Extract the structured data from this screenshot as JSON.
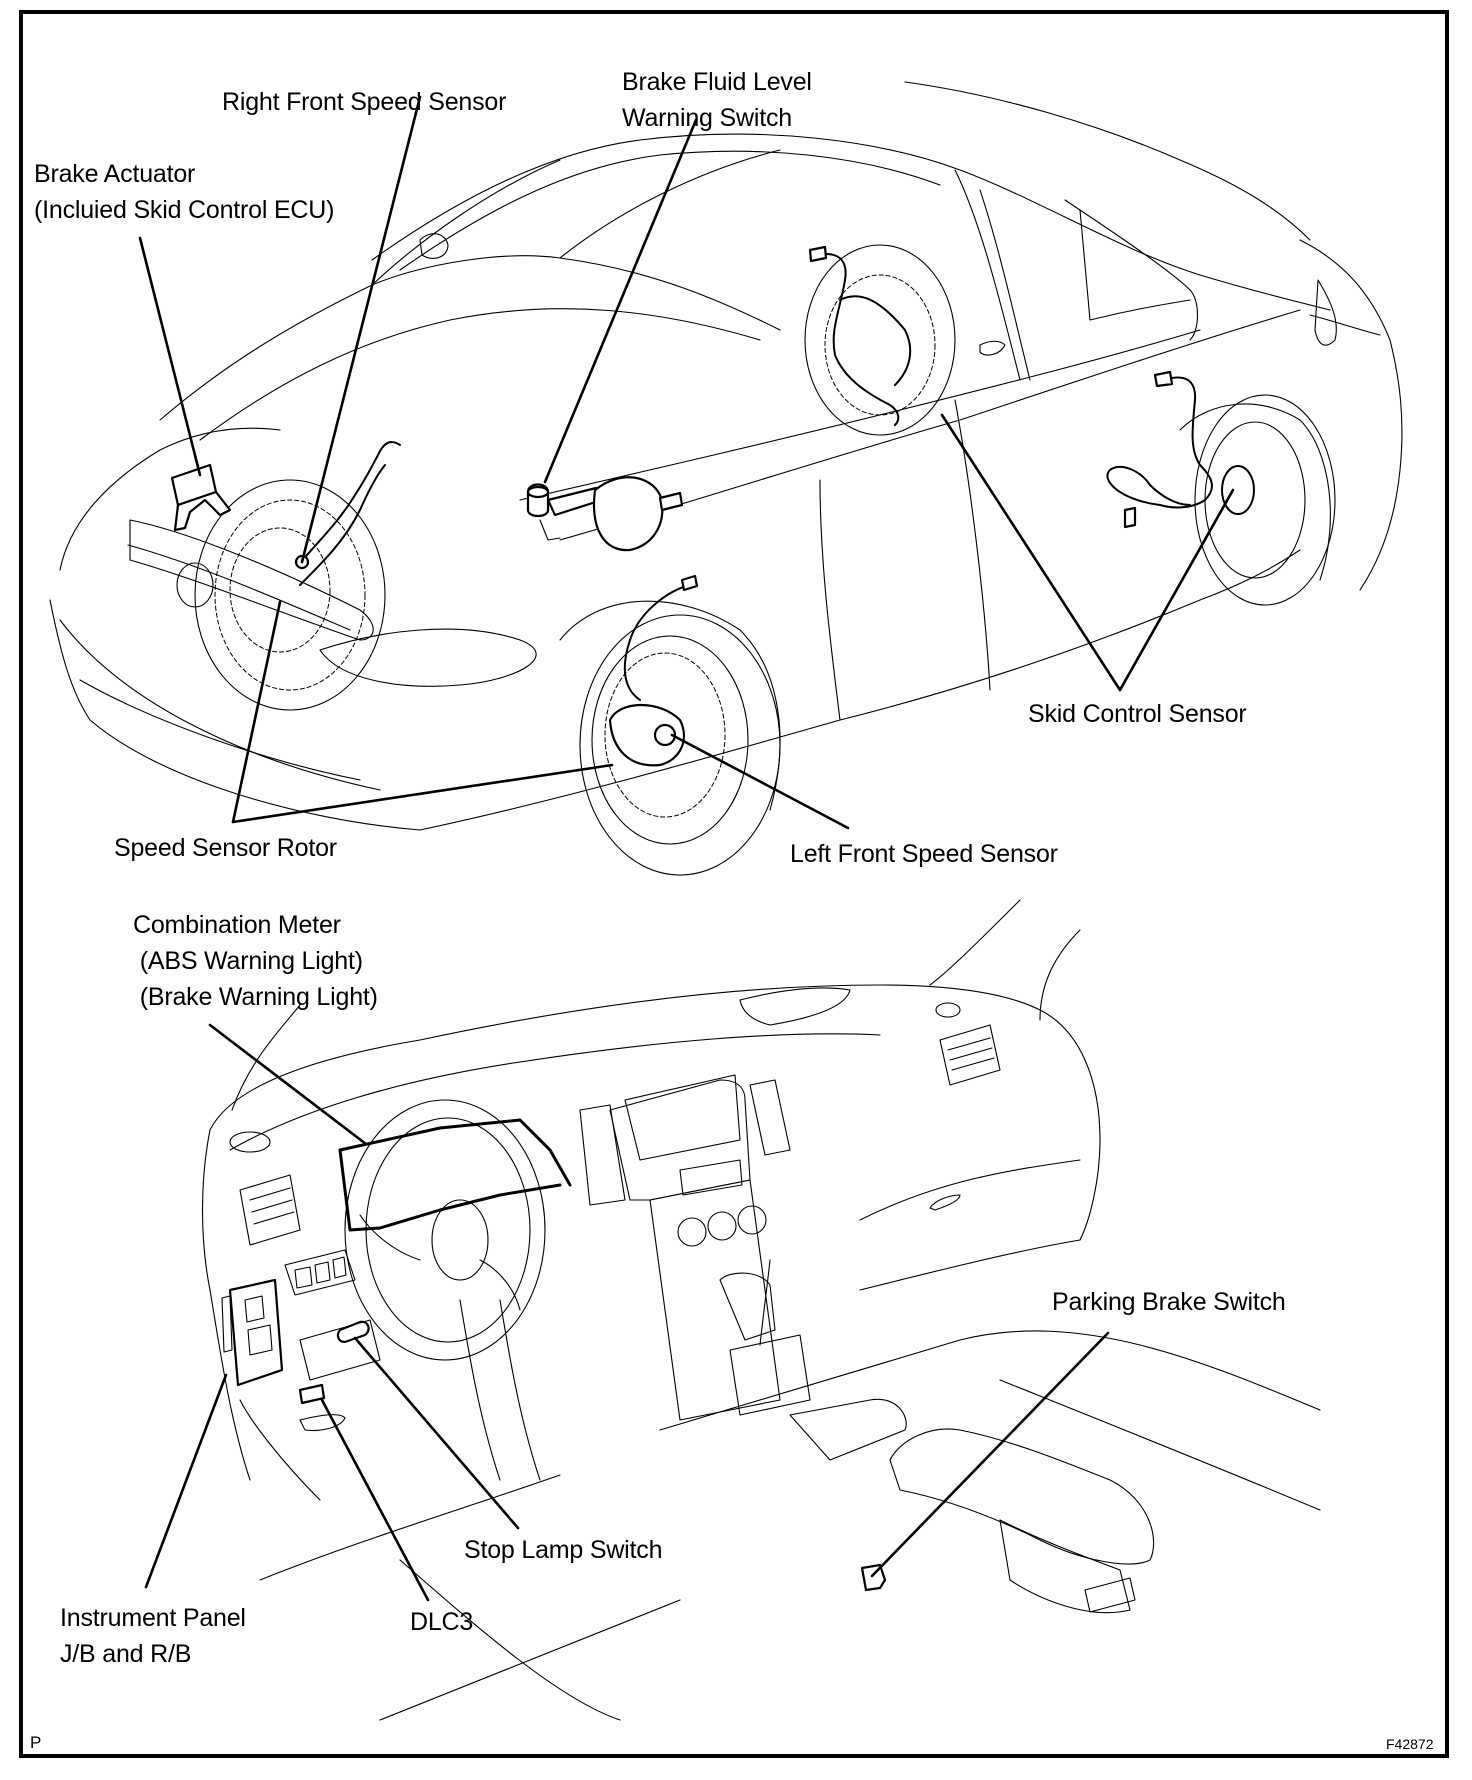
{
  "diagram": {
    "figure_id": "F42872",
    "corner_mark": "P",
    "labels": {
      "right_front_speed_sensor": "Right Front Speed Sensor",
      "brake_fluid_level_switch": [
        "Brake Fluid Level",
        "Warning Switch"
      ],
      "brake_actuator": [
        "Brake Actuator",
        "(Incluied Skid Control ECU)"
      ],
      "skid_control_sensor": "Skid Control Sensor",
      "speed_sensor_rotor": "Speed Sensor Rotor",
      "left_front_speed_sensor": "Left Front Speed Sensor",
      "combination_meter": [
        "Combination Meter",
        " (ABS Warning Light)",
        " (Brake Warning Light)"
      ],
      "parking_brake_switch": "Parking Brake Switch",
      "stop_lamp_switch": "Stop Lamp Switch",
      "instrument_panel_jb": [
        "Instrument Panel",
        "J/B and R/B"
      ],
      "dlc3": "DLC3"
    },
    "views": [
      {
        "name": "vehicle-exterior",
        "description": "Sedan with ABS component locations"
      },
      {
        "name": "dashboard-interior",
        "description": "Instrument panel with switch locations"
      }
    ],
    "colors": {
      "ink": "#000000",
      "paper": "#ffffff"
    }
  }
}
